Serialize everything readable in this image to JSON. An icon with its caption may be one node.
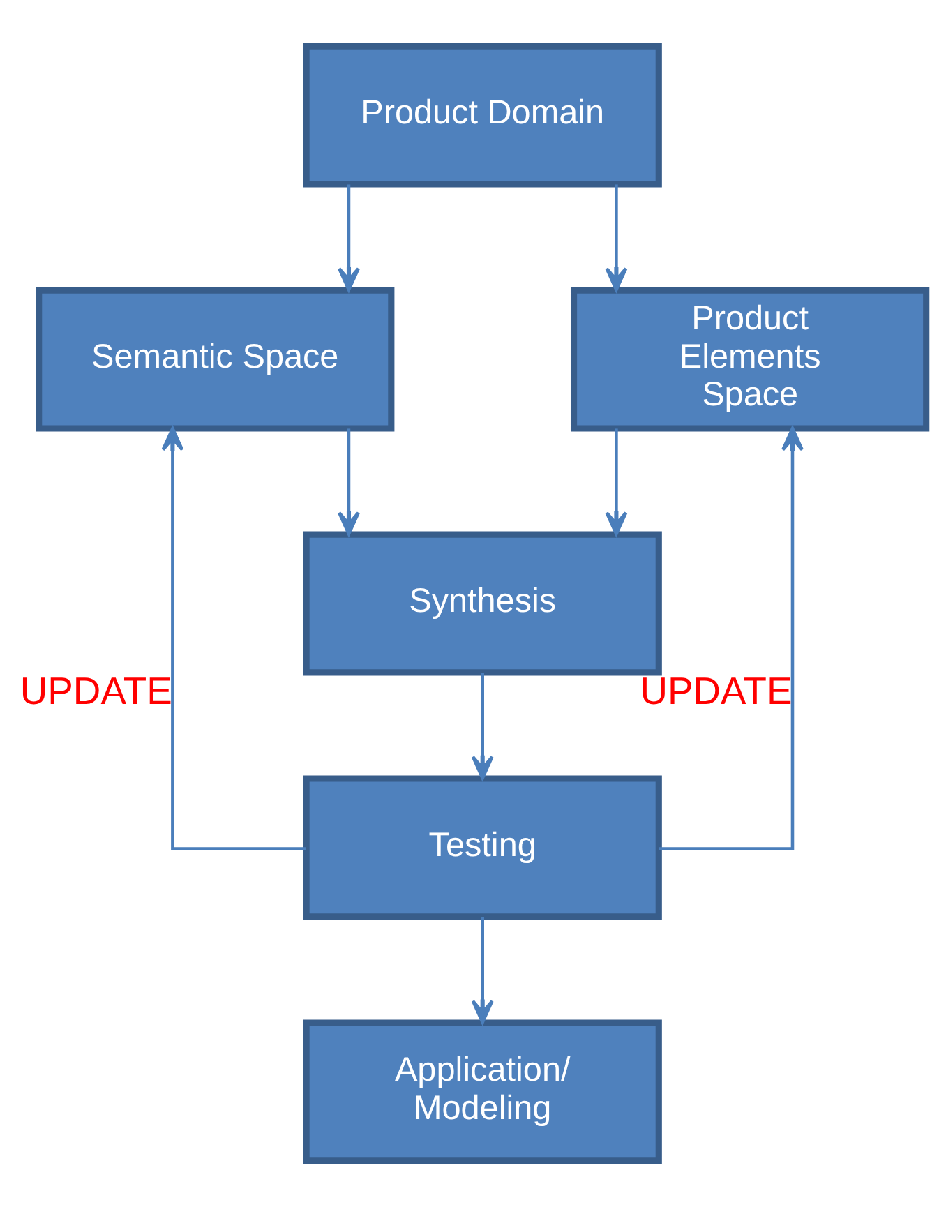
{
  "diagram": {
    "nodes": [
      {
        "text": [
          "Product Domain"
        ]
      },
      {
        "text": [
          "Semantic Space"
        ]
      },
      {
        "text": [
          "Product Elements Space"
        ]
      },
      {
        "text": [
          "Synthesis"
        ]
      },
      {
        "text": [
          "Testing"
        ]
      },
      {
        "text": [
          "Application/ Modeling"
        ]
      }
    ],
    "edges": [
      {
        "from": 0,
        "to": 1,
        "arrow": "to"
      },
      {
        "from": 0,
        "to": 2,
        "arrow": "to"
      },
      {
        "from": 1,
        "to": 3,
        "arrow": "to"
      },
      {
        "from": 2,
        "to": 3,
        "arrow": "to"
      },
      {
        "from": 3,
        "to": 4,
        "arrow": "to"
      },
      {
        "from": 4,
        "to": 1,
        "arrow": "to",
        "label": "UPDATE"
      },
      {
        "from": 4,
        "to": 2,
        "arrow": "to",
        "label": "UPDATE"
      },
      {
        "from": 4,
        "to": 5,
        "arrow": "to"
      }
    ]
  }
}
